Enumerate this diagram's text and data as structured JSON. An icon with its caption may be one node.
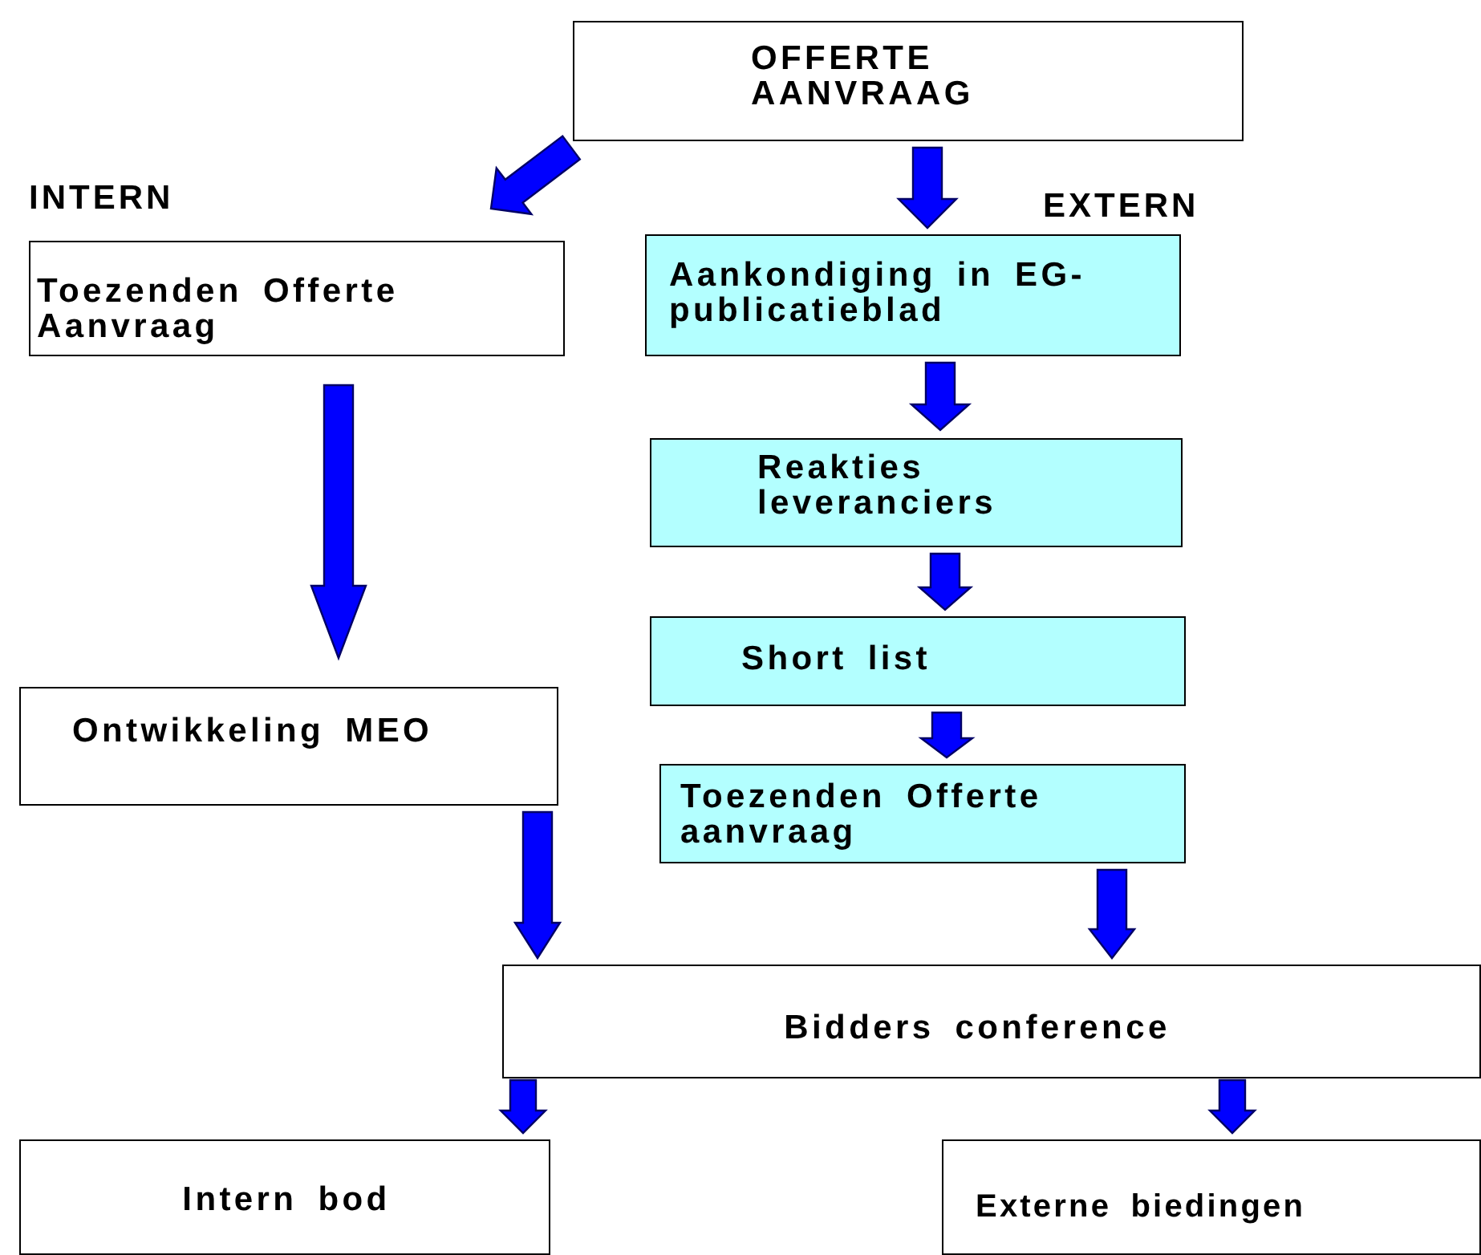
{
  "diagram": {
    "nodes": [
      {
        "text": [
          "OFFERTE AANVRAAG"
        ]
      },
      {
        "text": [
          "Toezenden Offerte Aanvraag"
        ]
      },
      {
        "text": [
          "Aankondiging in EG- publicatieblad"
        ]
      },
      {
        "text": [
          "Reakties leveranciers"
        ]
      },
      {
        "text": [
          "Short list"
        ]
      },
      {
        "text": [
          "Toezenden Offerte aanvraag"
        ]
      },
      {
        "text": [
          "Ontwikkeling MEO"
        ]
      },
      {
        "text": [
          "Bidders conference"
        ]
      },
      {
        "text": [
          "Intern bod"
        ]
      },
      {
        "text": [
          "Externe biedingen"
        ]
      }
    ],
    "edges": [
      {
        "from": 0,
        "to": 1,
        "arrow": "to"
      },
      {
        "from": 0,
        "to": 2,
        "arrow": "to"
      },
      {
        "from": 2,
        "to": 3,
        "arrow": "to"
      },
      {
        "from": 3,
        "to": 4,
        "arrow": "to"
      },
      {
        "from": 4,
        "to": 5,
        "arrow": "to"
      },
      {
        "from": 1,
        "to": 6,
        "arrow": "to"
      },
      {
        "from": 6,
        "to": 7,
        "arrow": "to"
      },
      {
        "from": 5,
        "to": 7,
        "arrow": "to"
      },
      {
        "from": 7,
        "to": 8,
        "arrow": "to"
      },
      {
        "from": 7,
        "to": 9,
        "arrow": "to"
      }
    ],
    "labels": [
      "INTERN",
      "EXTERN"
    ]
  }
}
